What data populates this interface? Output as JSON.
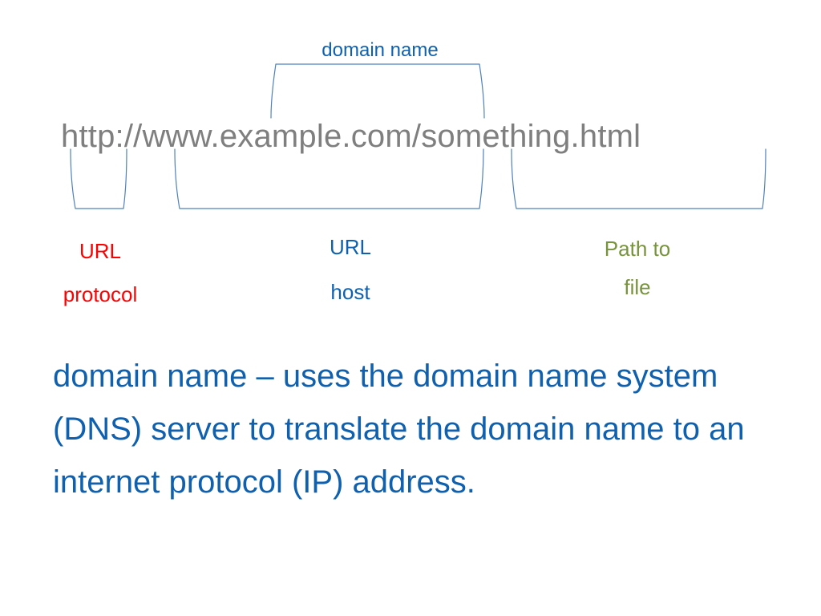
{
  "diagram": {
    "url": "http://www.example.com/something.html",
    "labels": {
      "domain_name": "domain name",
      "protocol": {
        "line1": "URL",
        "line2": "protocol"
      },
      "host": {
        "line1": "URL",
        "line2": "host"
      },
      "path": {
        "line1": "Path to",
        "line2": "file"
      }
    },
    "explanation": "domain name – uses the domain name system (DNS) server to translate the domain name to an internet protocol (IP) address."
  },
  "colors": {
    "url_text": "#7f7f7f",
    "bracket": "#4f81bd",
    "domain_name": "#0f61b0",
    "protocol": "#ff0000",
    "host": "#0f61b0",
    "path": "#77933c",
    "explanation": "#0f61b0"
  }
}
